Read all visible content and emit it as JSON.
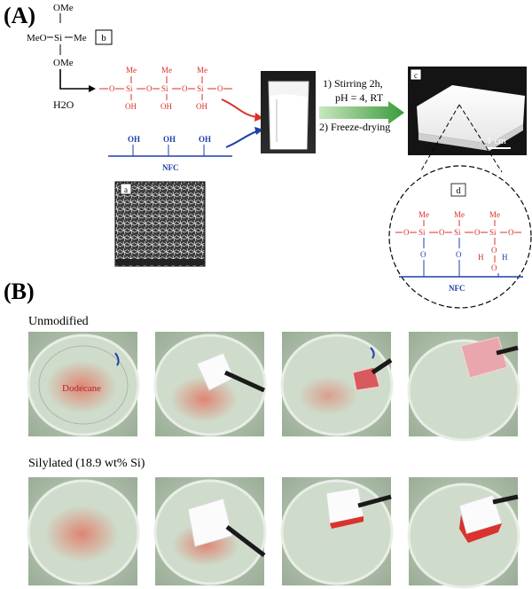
{
  "panel_a": {
    "label": "(A)",
    "box_b": "b",
    "precursor": {
      "top": "OMe",
      "left": "MeO",
      "si": "Si",
      "right": "Me",
      "bottom": "OMe"
    },
    "water": "H2O",
    "silane_chain": {
      "methyl": "Me",
      "silicon": "Si",
      "oxygen": "O",
      "hydroxyl": "OH"
    },
    "nfc": {
      "hydroxyl": "OH",
      "label": "NFC"
    },
    "box_a": "a",
    "steps": {
      "line1": "1) Stirring 2h,",
      "line2": "pH = 4, RT",
      "line3": "2) Freeze-drying"
    },
    "box_c": "c",
    "scale_bar": "1 cm",
    "box_d": "d",
    "zoom_structure": {
      "methyl": "Me",
      "silicon": "Si",
      "oxygen": "O",
      "hydrogen": "H",
      "nfc": "NFC"
    }
  },
  "panel_b": {
    "label": "(B)",
    "row1_label": "Unmodified",
    "row1_dish_text": "Dodecane",
    "row2_label": "Silylated (18.9 wt% Si)"
  },
  "colors": {
    "silane_red": "#d8322a",
    "nfc_blue": "#1f3fa8",
    "arrow_green": "#4aa84a",
    "dodecane_stain": "#d9786a",
    "dish_background": "#b7c7b2"
  }
}
